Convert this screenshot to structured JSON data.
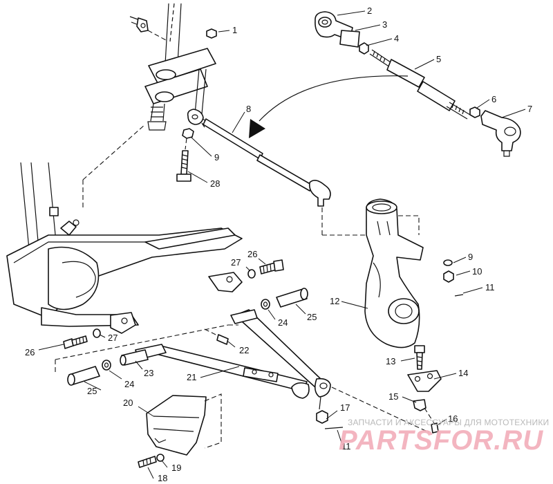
{
  "diagram": {
    "callouts": [
      {
        "id": "1",
        "label": "1"
      },
      {
        "id": "2",
        "label": "2"
      },
      {
        "id": "3",
        "label": "3"
      },
      {
        "id": "4",
        "label": "4"
      },
      {
        "id": "5",
        "label": "5"
      },
      {
        "id": "6",
        "label": "6"
      },
      {
        "id": "7",
        "label": "7"
      },
      {
        "id": "8",
        "label": "8"
      },
      {
        "id": "9a",
        "label": "9"
      },
      {
        "id": "9b",
        "label": "9"
      },
      {
        "id": "10",
        "label": "10"
      },
      {
        "id": "11a",
        "label": "11"
      },
      {
        "id": "11b",
        "label": "11"
      },
      {
        "id": "12",
        "label": "12"
      },
      {
        "id": "13",
        "label": "13"
      },
      {
        "id": "14",
        "label": "14"
      },
      {
        "id": "15",
        "label": "15"
      },
      {
        "id": "16",
        "label": "16"
      },
      {
        "id": "17",
        "label": "17"
      },
      {
        "id": "18",
        "label": "18"
      },
      {
        "id": "19",
        "label": "19"
      },
      {
        "id": "20",
        "label": "20"
      },
      {
        "id": "21",
        "label": "21"
      },
      {
        "id": "22",
        "label": "22"
      },
      {
        "id": "23",
        "label": "23"
      },
      {
        "id": "24a",
        "label": "24"
      },
      {
        "id": "24b",
        "label": "24"
      },
      {
        "id": "25a",
        "label": "25"
      },
      {
        "id": "25b",
        "label": "25"
      },
      {
        "id": "26a",
        "label": "26"
      },
      {
        "id": "26b",
        "label": "26"
      },
      {
        "id": "27a",
        "label": "27"
      },
      {
        "id": "27b",
        "label": "27"
      },
      {
        "id": "28",
        "label": "28"
      }
    ]
  },
  "watermark": {
    "line": "ЗАПЧАСТИ И АКСЕССУАРЫ ДЛЯ МОТОТЕХНИКИ",
    "logo": "PARTSFOR.RU"
  }
}
